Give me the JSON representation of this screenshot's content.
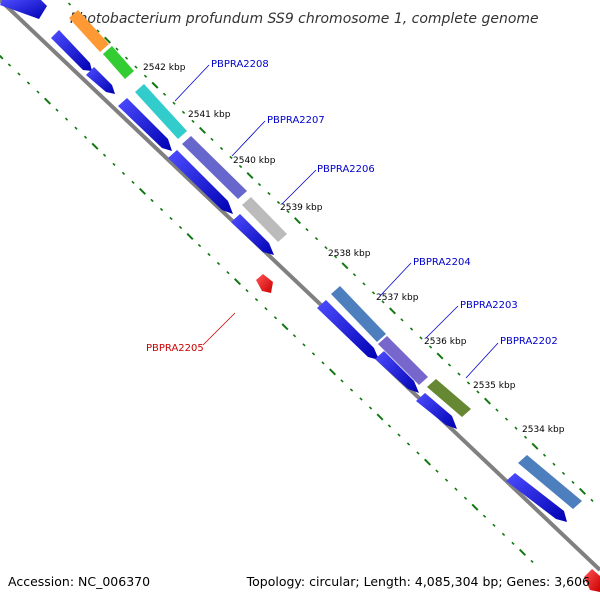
{
  "title": "Photobacterium profundum SS9 chromosome 1, complete genome",
  "footer": {
    "accession": "Accession: NC_006370",
    "topology": "Topology: circular; Length: 4,085,304 bp; Genes: 3,606"
  },
  "scale": [
    "2542 kbp",
    "2541 kbp",
    "2540 kbp",
    "2539 kbp",
    "2538 kbp",
    "2537 kbp",
    "2536 kbp",
    "2535 kbp",
    "2534 kbp"
  ],
  "genes": [
    {
      "label": "PBPRA2208",
      "color": "#0000cc"
    },
    {
      "label": "PBPRA2207",
      "color": "#0000cc"
    },
    {
      "label": "PBPRA2206",
      "color": "#0000cc"
    },
    {
      "label": "PBPRA2205",
      "color": "#cc0000"
    },
    {
      "label": "PBPRA2204",
      "color": "#0000cc"
    },
    {
      "label": "PBPRA2203",
      "color": "#0000cc"
    },
    {
      "label": "PBPRA2202",
      "color": "#0000cc"
    }
  ],
  "colors": {
    "backbone": "#808080",
    "forward_cds": "#1a1aff",
    "reverse_cds": "#ff1a1a",
    "ticks": "#117711"
  }
}
